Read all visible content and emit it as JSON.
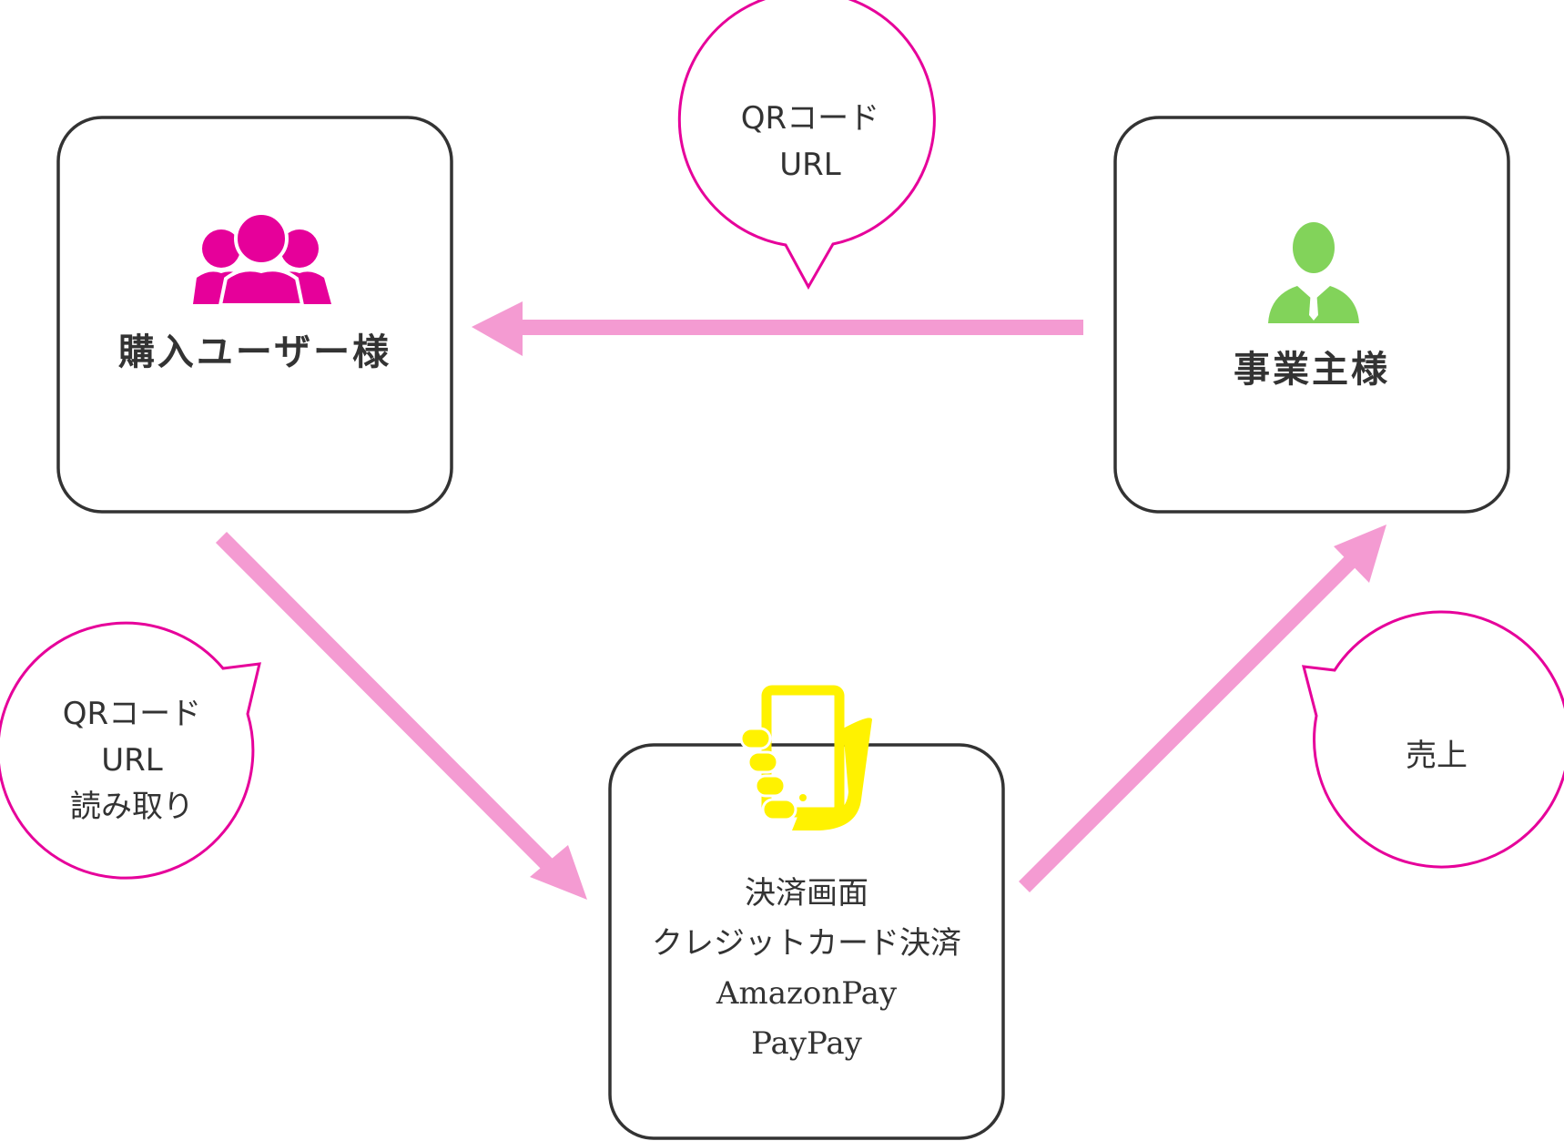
{
  "buyer": {
    "title": "購入ユーザー様",
    "icon": "users-group-icon",
    "icon_color": "#e6009a"
  },
  "merchant": {
    "title": "事業主様",
    "icon": "businessman-icon",
    "icon_color": "#82d35a"
  },
  "payment": {
    "icon": "hand-holding-smartphone-icon",
    "icon_color": "#fff200",
    "lines": [
      "決済画面",
      "クレジットカード決済",
      "AmazonPay",
      "PayPay"
    ]
  },
  "bubbles": {
    "top": {
      "lines": [
        "QRコード",
        "URL"
      ]
    },
    "left": {
      "lines": [
        "QRコード",
        "URL",
        "読み取り"
      ]
    },
    "right": {
      "lines": [
        "売上"
      ]
    }
  },
  "colors": {
    "bubble_border": "#e6009a",
    "arrow": "#f49bd2",
    "box_border": "#333333"
  }
}
